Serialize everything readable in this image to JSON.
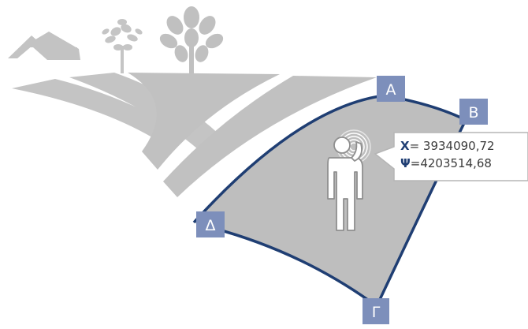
{
  "colors": {
    "field": "#bcbcbc",
    "field_light": "#c8c8c8",
    "boundary": "#1f3e73",
    "vertex_badge": "#7d8fbb",
    "person": "#ffffff",
    "person_stroke": "#8a8a8a",
    "scenery": "#bfbfbf"
  },
  "vertices": [
    {
      "label": "A"
    },
    {
      "label": "B"
    },
    {
      "label": "Γ"
    },
    {
      "label": "Δ"
    }
  ],
  "coordinates": {
    "x_symbol": "X",
    "x_value": "= 3934090,72",
    "y_symbol": "Ψ",
    "y_value": "=4203514,68"
  },
  "icons": {
    "house": "house-icon",
    "tree_small": "tree-icon",
    "tree_large": "tree-icon",
    "person": "person-with-phone-icon",
    "signal": "gps-signal-icon"
  }
}
